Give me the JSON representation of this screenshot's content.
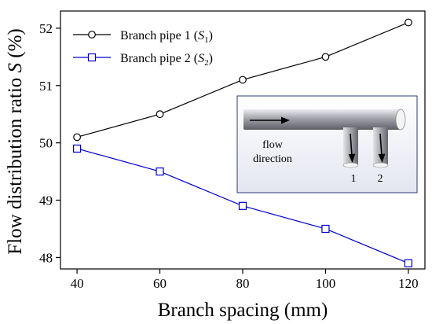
{
  "chart_data": {
    "type": "line",
    "xlabel": "Branch spacing (mm)",
    "ylabel": "Flow distribution ratio",
    "ylabel_symbol": "S",
    "ylabel_unit": "(%)",
    "x": [
      40,
      60,
      80,
      100,
      120
    ],
    "xlim": [
      36,
      124
    ],
    "ylim": [
      47.8,
      52.3
    ],
    "xticks": [
      40,
      60,
      80,
      100,
      120
    ],
    "yticks": [
      48,
      49,
      50,
      51,
      52
    ],
    "legend_position": "top-left",
    "grid": false,
    "series": [
      {
        "name": "Branch pipe 1",
        "symbol": "S",
        "subscript": "1",
        "color": "#000000",
        "marker": "circle",
        "values": [
          50.1,
          50.5,
          51.1,
          51.5,
          52.1
        ]
      },
      {
        "name": "Branch pipe 2",
        "symbol": "S",
        "subscript": "2",
        "color": "#0000cc",
        "marker": "square",
        "values": [
          49.9,
          49.5,
          48.9,
          48.5,
          47.9
        ]
      }
    ],
    "inset": {
      "flow_label_line1": "flow",
      "flow_label_line2": "direction",
      "branch1_label": "1",
      "branch2_label": "2"
    }
  }
}
